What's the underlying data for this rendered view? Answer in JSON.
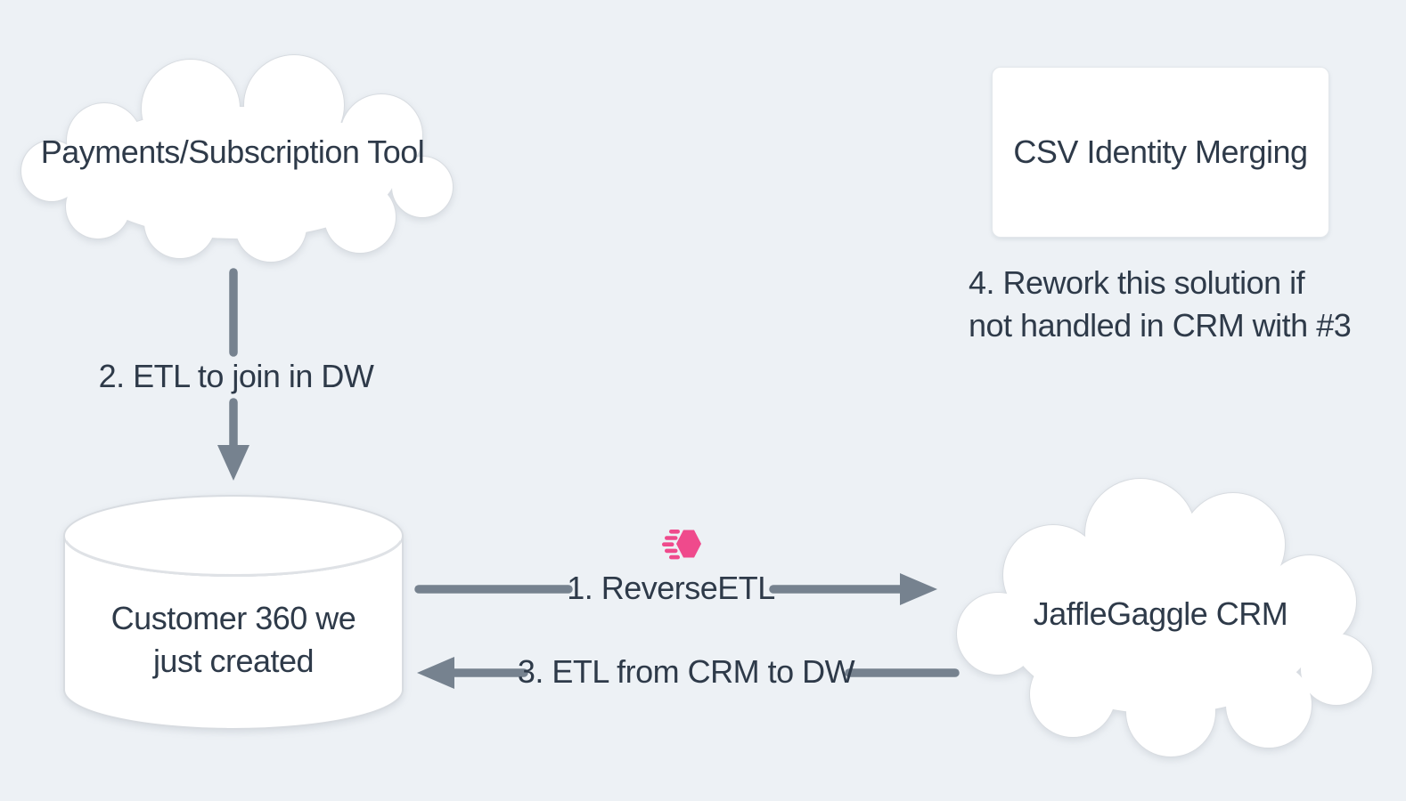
{
  "colors": {
    "bg": "#edf1f5",
    "ink": "#2e3a49",
    "arrow": "#76828f",
    "pink": "#ef4a8c",
    "shape-border": "#d8dce1"
  },
  "nodes": {
    "payments": {
      "label": "Payments/Subscription Tool",
      "shape": "cloud"
    },
    "csv_merging": {
      "label": "CSV Identity Merging",
      "shape": "rounded-rectangle"
    },
    "customer_360": {
      "label": [
        "Customer 360 we",
        "just created"
      ],
      "shape": "database-cylinder"
    },
    "jafflegaggle_crm": {
      "label": "JaffleGaggle CRM",
      "shape": "cloud"
    }
  },
  "edges": {
    "reverse_etl": {
      "label": "1. ReverseETL",
      "from": "customer_360",
      "to": "jafflegaggle_crm",
      "direction": "right",
      "icon": "census-logo"
    },
    "etl_join": {
      "label": "2. ETL to join in DW",
      "from": "payments",
      "to": "customer_360",
      "direction": "down"
    },
    "etl_from_crm": {
      "label": "3. ETL from CRM to DW",
      "from": "jafflegaggle_crm",
      "to": "customer_360",
      "direction": "left"
    }
  },
  "annotations": {
    "rework_note": {
      "lines": [
        "4. Rework this solution if",
        "not handled in CRM with #3"
      ]
    }
  }
}
